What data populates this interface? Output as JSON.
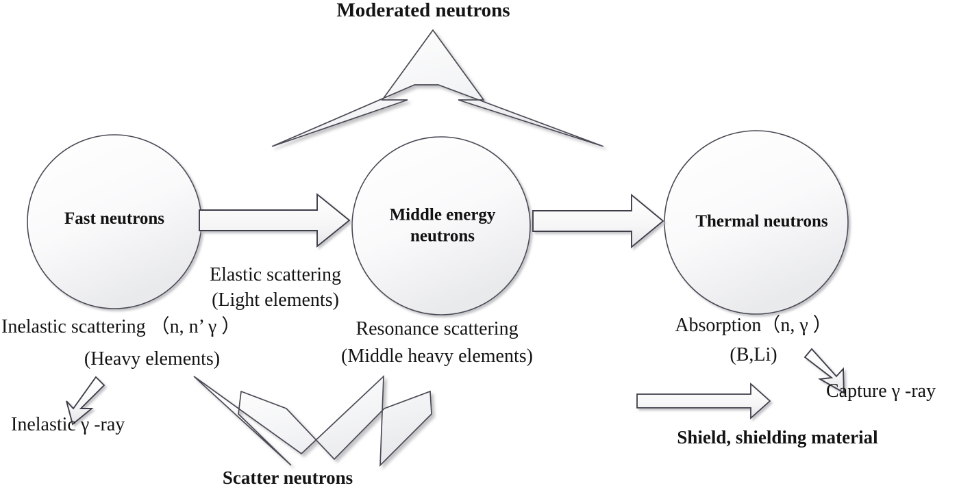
{
  "diagram": {
    "title_top": "Moderated neutrons",
    "nodes": [
      {
        "id": "fast",
        "label": "Fast neutrons"
      },
      {
        "id": "middle",
        "label": "Middle energy\nneutrons"
      },
      {
        "id": "thermal",
        "label": "Thermal neutrons"
      }
    ],
    "process_labels": {
      "elastic_line1": "Elastic scattering",
      "elastic_line2": "(Light elements)",
      "inelastic_line1": "Inelastic scattering （n, n’  γ ）",
      "inelastic_line2": "(Heavy elements)",
      "resonance_line1": "Resonance scattering",
      "resonance_line2": "(Middle heavy elements)",
      "absorption_line1": "Absorption（n, γ ）",
      "absorption_line2": "(B,Li)"
    },
    "outputs": {
      "inelastic_gamma": "Inelastic γ -ray",
      "scatter_neutrons": "Scatter neutrons",
      "capture_gamma": "Capture γ -ray",
      "shield": "Shield, shielding material"
    },
    "colors": {
      "stroke": "#3c3c46",
      "fill_light": "#fbfbfc",
      "fill_dark": "#e7e8ea",
      "text": "#141414",
      "shadow": "#c8c9cc"
    }
  }
}
